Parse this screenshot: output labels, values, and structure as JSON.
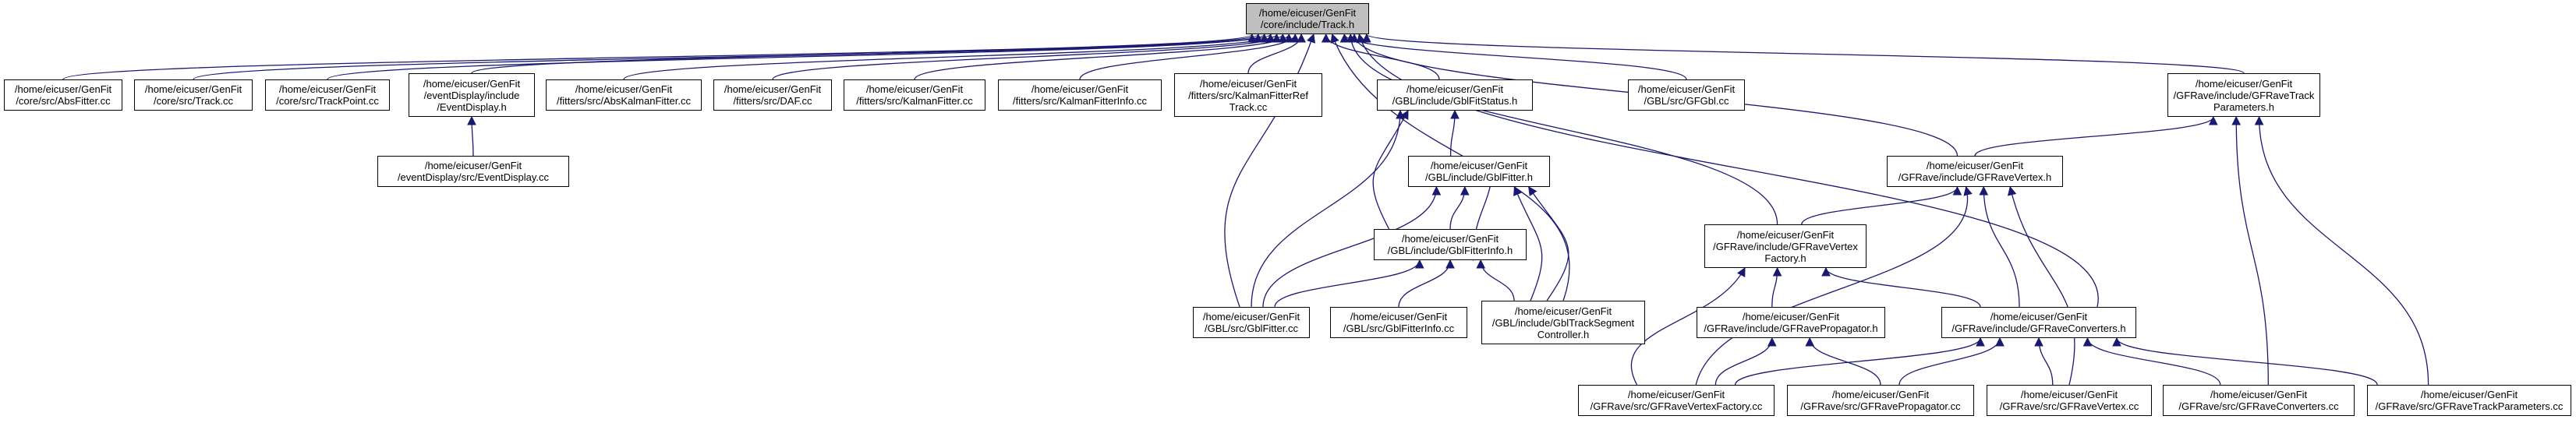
{
  "nodes": {
    "root": "/home/eicuser/GenFit\n/core/include/Track.h",
    "absfitter": "/home/eicuser/GenFit\n/core/src/AbsFitter.cc",
    "trackcc": "/home/eicuser/GenFit\n/core/src/Track.cc",
    "trackpoint": "/home/eicuser/GenFit\n/core/src/TrackPoint.cc",
    "eventdisplay_h": "/home/eicuser/GenFit\n/eventDisplay/include\n/EventDisplay.h",
    "eventdisplay_cc": "/home/eicuser/GenFit\n/eventDisplay/src/EventDisplay.cc",
    "abskalman": "/home/eicuser/GenFit\n/fitters/src/AbsKalmanFitter.cc",
    "daf": "/home/eicuser/GenFit\n/fitters/src/DAF.cc",
    "kalman": "/home/eicuser/GenFit\n/fitters/src/KalmanFitter.cc",
    "kalmaninfo": "/home/eicuser/GenFit\n/fitters/src/KalmanFitterInfo.cc",
    "kalmanref": "/home/eicuser/GenFit\n/fitters/src/KalmanFitterRef\nTrack.cc",
    "gblfitstatus": "/home/eicuser/GenFit\n/GBL/include/GblFitStatus.h",
    "gblfitter_h": "/home/eicuser/GenFit\n/GBL/include/GblFitter.h",
    "gblfitterinfo_h": "/home/eicuser/GenFit\n/GBL/include/GblFitterInfo.h",
    "gblfitter_cc": "/home/eicuser/GenFit\n/GBL/src/GblFitter.cc",
    "gblfitterinfo_cc": "/home/eicuser/GenFit\n/GBL/src/GblFitterInfo.cc",
    "gbltrackseg": "/home/eicuser/GenFit\n/GBL/include/GblTrackSegment\nController.h",
    "gfgbl": "/home/eicuser/GenFit\n/GBL/src/GFGbl.cc",
    "gfravetrackparams_h": "/home/eicuser/GenFit\n/GFRave/include/GFRaveTrack\nParameters.h",
    "gfravevertex_h": "/home/eicuser/GenFit\n/GFRave/include/GFRaveVertex.h",
    "gfravevertexfactory_h": "/home/eicuser/GenFit\n/GFRave/include/GFRaveVertex\nFactory.h",
    "gfravepropagator_h": "/home/eicuser/GenFit\n/GFRave/include/GFRavePropagator.h",
    "gfraveconverters_h": "/home/eicuser/GenFit\n/GFRave/include/GFRaveConverters.h",
    "gfravevertexfactory_cc": "/home/eicuser/GenFit\n/GFRave/src/GFRaveVertexFactory.cc",
    "gfravepropagator_cc": "/home/eicuser/GenFit\n/GFRave/src/GFRavePropagator.cc",
    "gfravevertex_cc": "/home/eicuser/GenFit\n/GFRave/src/GFRaveVertex.cc",
    "gfraveconverters_cc": "/home/eicuser/GenFit\n/GFRave/src/GFRaveConverters.cc",
    "gfravetrackparams_cc": "/home/eicuser/GenFit\n/GFRave/src/GFRaveTrackParameters.cc"
  },
  "colors": {
    "edge": "#191970",
    "root_fill": "#bfbfbf",
    "node_border": "#000000"
  }
}
